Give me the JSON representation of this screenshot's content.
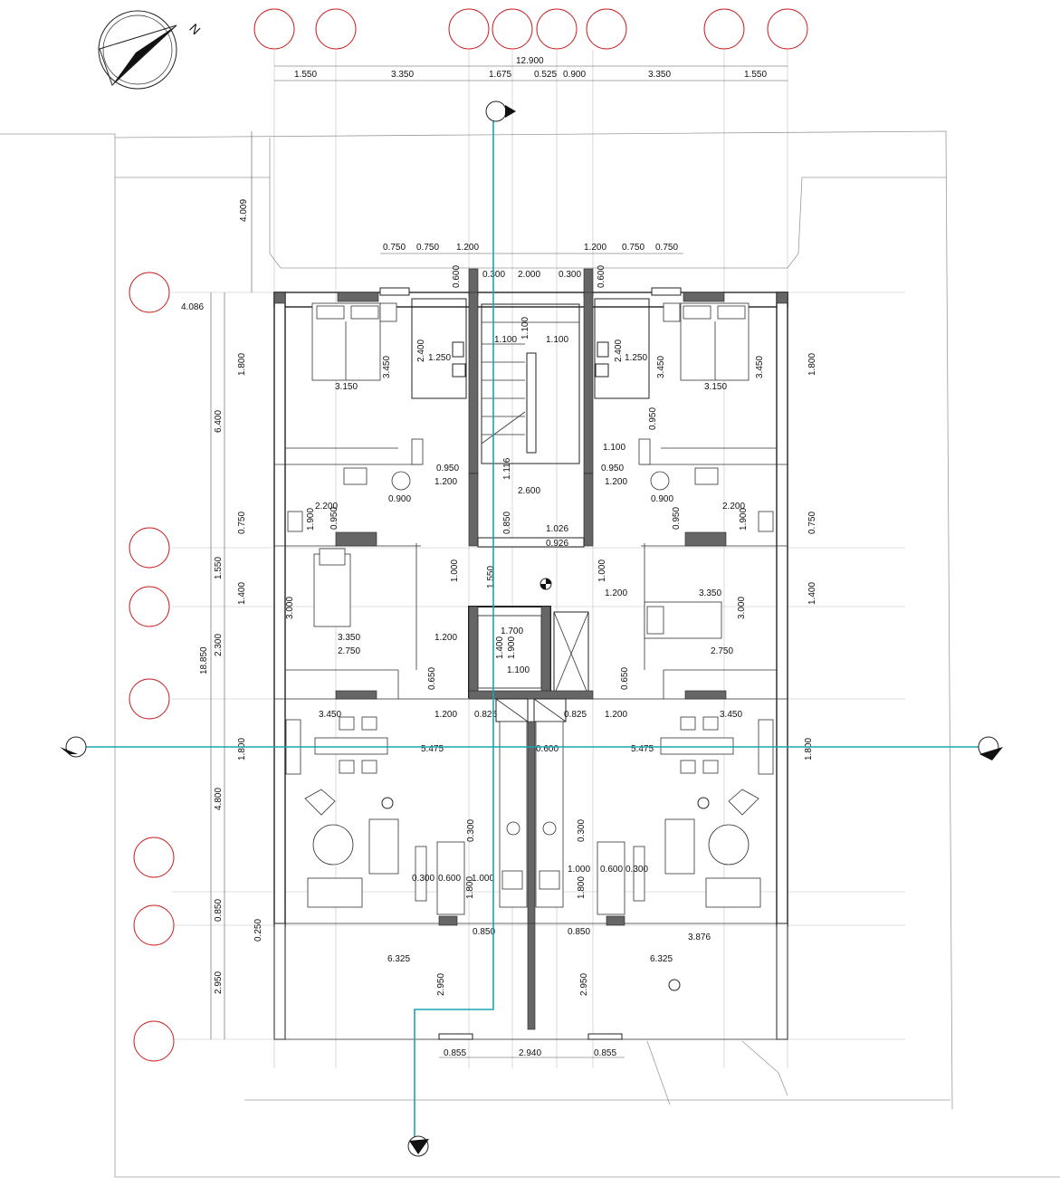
{
  "drawing": {
    "north_label": "N",
    "top_total": "12.900",
    "top_dims": [
      "1.550",
      "3.350",
      "1.675",
      "0.525",
      "0.900",
      "3.350",
      "1.550"
    ],
    "left_site_dim": "4.009",
    "left_offset_dim": "4.086",
    "total_height": "18.850",
    "left_dims": [
      "6.400",
      "0.750",
      "1.550",
      "2.300",
      "4.800",
      "0.850",
      "0.250",
      "2.950"
    ],
    "window_dims_left": [
      "1.800",
      "1.900",
      "1.400",
      "1.800"
    ],
    "window_dims_right": [
      "1.800",
      "1.900",
      "1.400",
      "1.800"
    ],
    "right_side_dims": [
      "0.750"
    ],
    "upper_row_dims": [
      "0.750",
      "0.750",
      "1.200",
      "1.200",
      "0.750",
      "0.750"
    ],
    "stair_top_dims": [
      "0.300",
      "2.000",
      "0.300",
      "0.600",
      "0.600"
    ],
    "bath_dims": [
      "2.400",
      "1.250",
      "2.400",
      "1.250"
    ],
    "stair_dims": [
      "1.100",
      "1.100",
      "1.100",
      "1.116",
      "2.600",
      "0.850",
      "1.026",
      "0.926",
      "1.550",
      "1.000",
      "1.000"
    ],
    "elevator_dims": [
      "1.700",
      "1.400",
      "1.900",
      "1.100"
    ],
    "bedroom_dims_left": [
      "3.150",
      "3.450",
      "0.950",
      "1.200",
      "0.900",
      "2.200",
      "0.950",
      "3.000",
      "3.350",
      "2.750",
      "1.200",
      "0.650"
    ],
    "bedroom_dims_right": [
      "3.150",
      "3.450",
      "0.950",
      "1.100",
      "0.950",
      "1.200",
      "0.900",
      "2.200",
      "0.950",
      "3.350",
      "3.000",
      "1.200",
      "2.750",
      "0.650"
    ],
    "living_dims_left": [
      "3.450",
      "1.200",
      "0.825",
      "5.475",
      "0.300",
      "0.300",
      "0.600",
      "1.000",
      "1.800",
      "0.850",
      "6.325",
      "2.950"
    ],
    "living_dims_right": [
      "0.825",
      "1.200",
      "3.450",
      "5.475",
      "0.300",
      "1.000",
      "0.600",
      "0.300",
      "1.800",
      "0.850",
      "3.876",
      "6.325",
      "2.950"
    ],
    "center_dim": "0.600",
    "bottom_dims": [
      "0.855",
      "2.940",
      "0.855"
    ]
  }
}
